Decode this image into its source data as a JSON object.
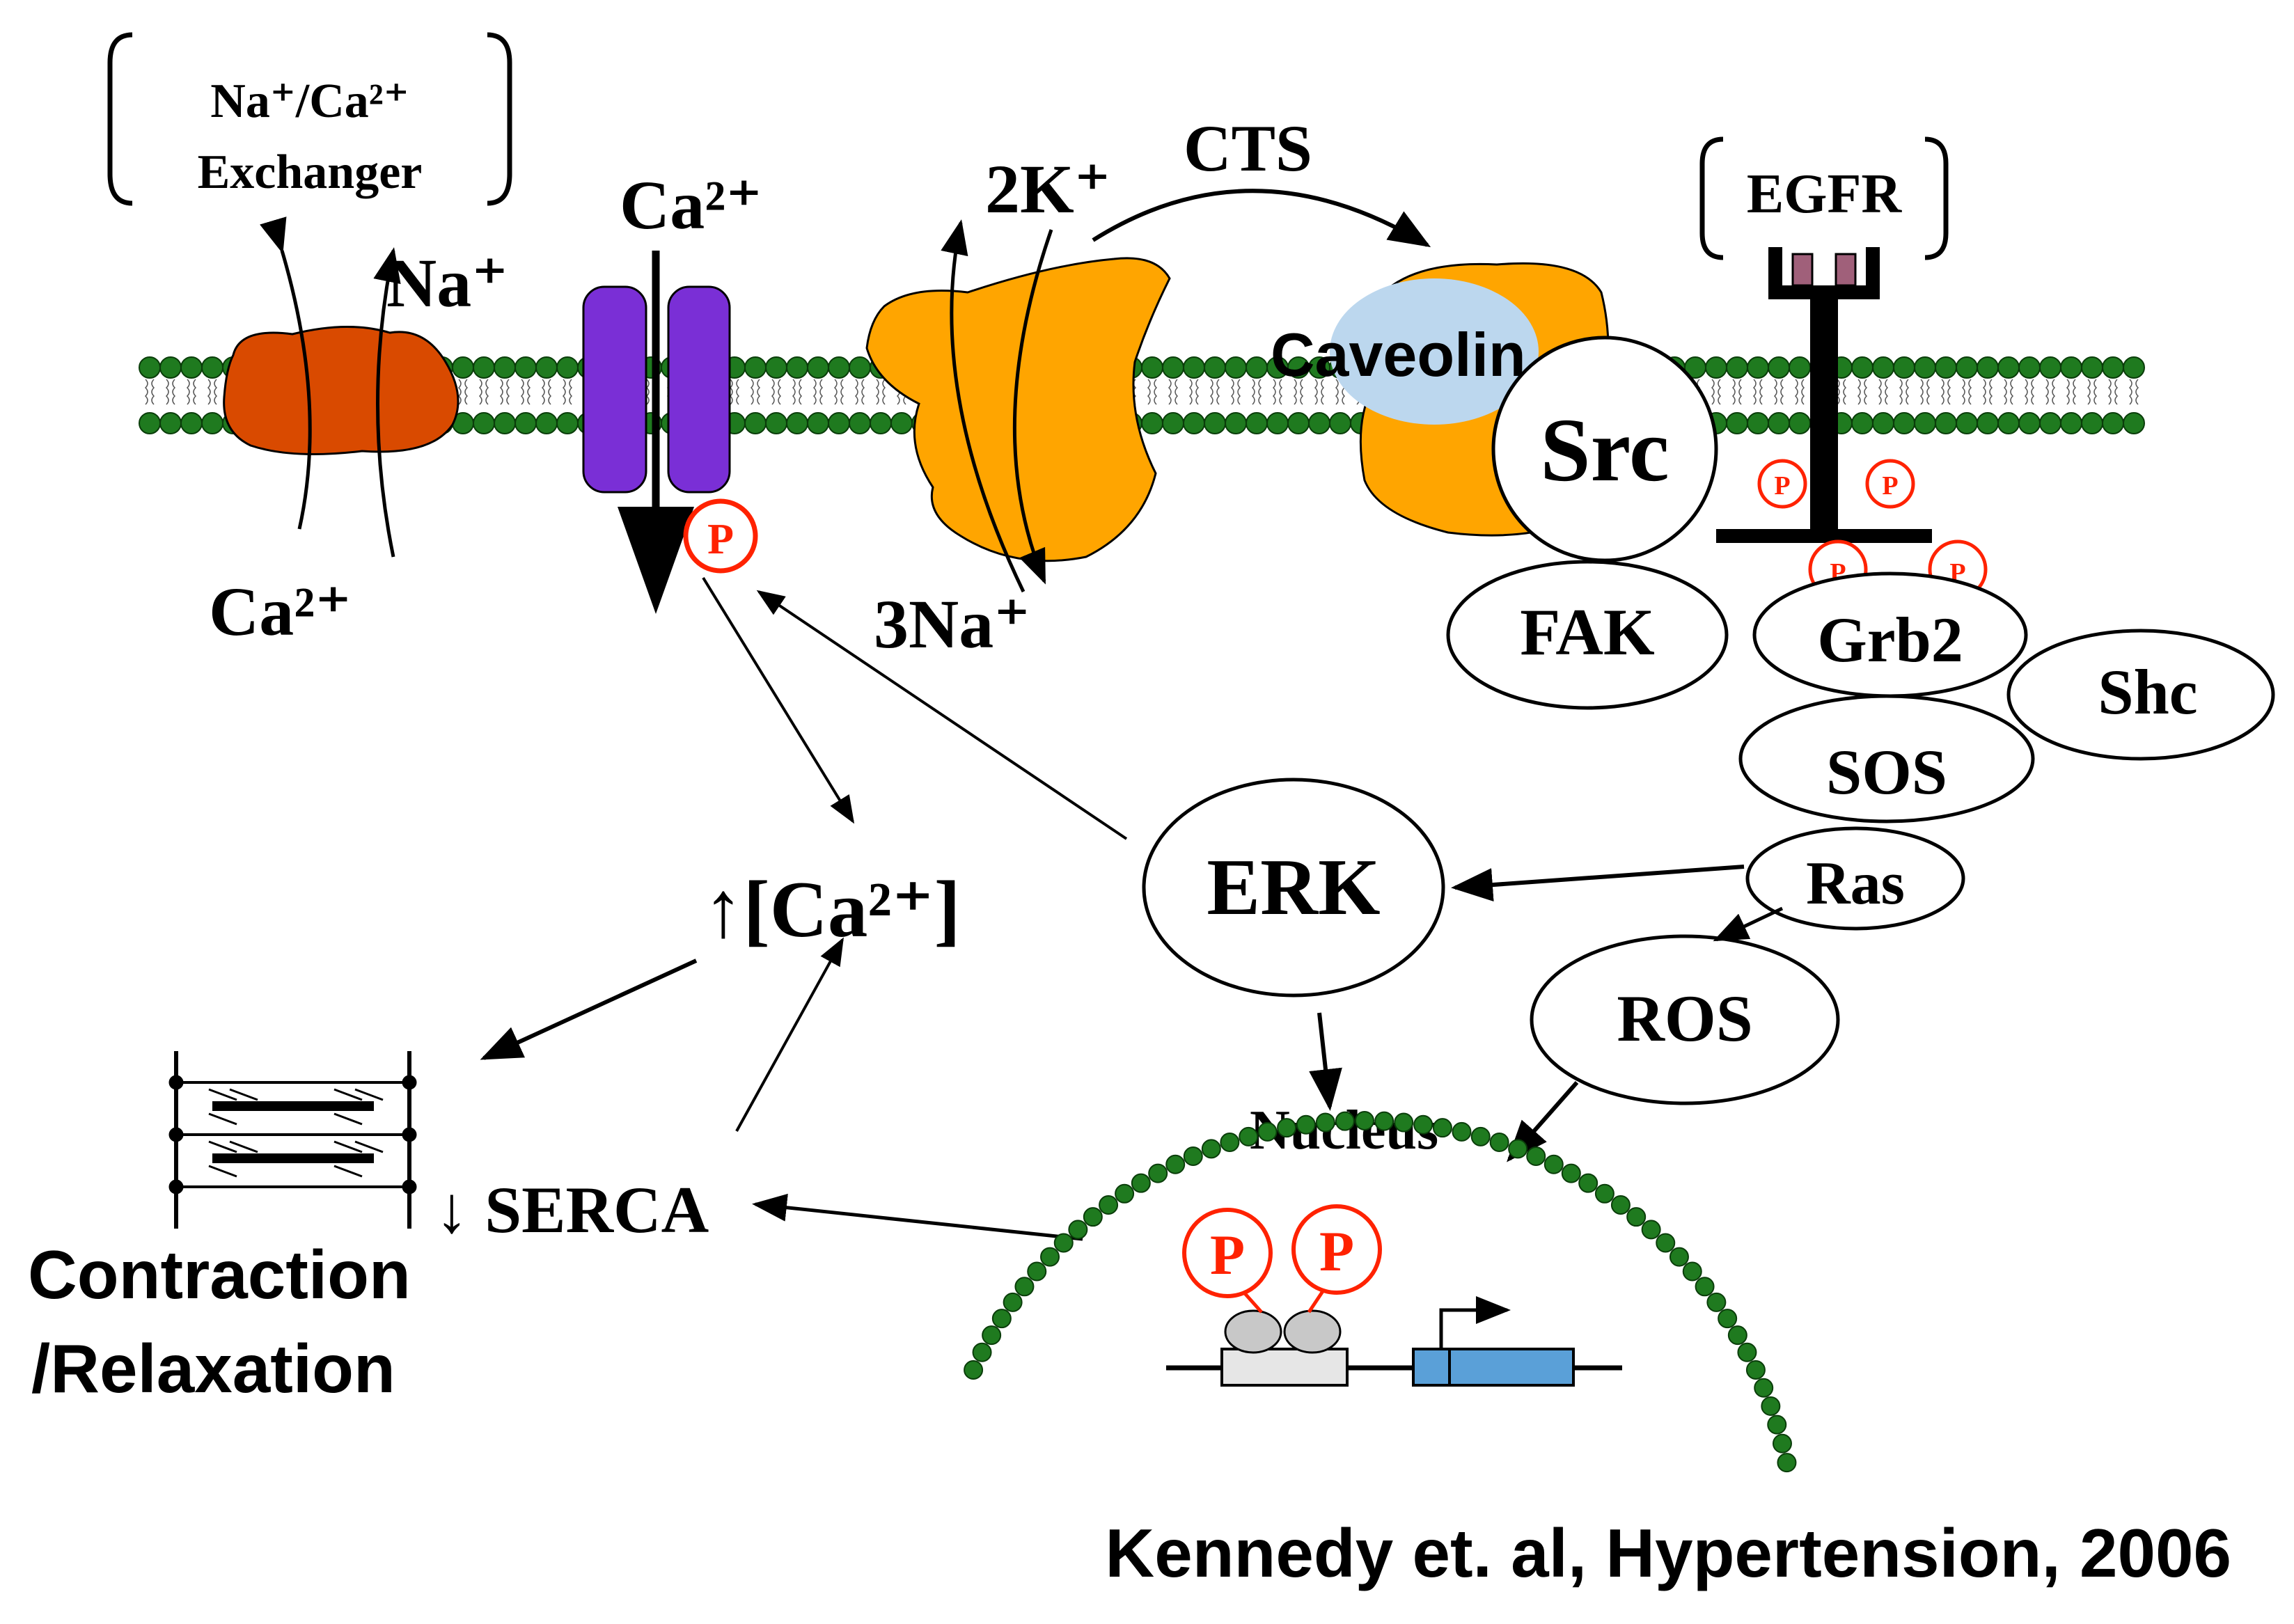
{
  "labels": {
    "exchanger_line1": "Na⁺/Ca²⁺",
    "exchanger_line2": "Exchanger",
    "na_plus": "Na⁺",
    "ca_exchanger": "Ca²⁺",
    "ca_channel_top": "Ca²⁺",
    "two_k": "2K⁺",
    "three_na": "3Na⁺",
    "cts": "CTS",
    "caveolin": "Caveolin",
    "egfr": "EGFR",
    "src": "Src",
    "fak": "FAK",
    "grb2": "Grb2",
    "shc": "Shc",
    "sos": "SOS",
    "ras": "Ras",
    "erk": "ERK",
    "ros": "ROS",
    "nucleus": "Nucleus",
    "ca_rise": "↑[Ca²⁺]",
    "serca": "↓ SERCA",
    "contraction_line1": "Contraction",
    "contraction_line2": "/Relaxation",
    "phospho": "P",
    "citation": "Kennedy et. al, Hypertension, 2006"
  },
  "colors": {
    "lipid_head": "#1f7a1f",
    "exchanger": "#d94a00",
    "ca_channel": "#7a2fd6",
    "pump": "#ffa500",
    "caveolin": "#bcd7ee",
    "phospho": "#ff2200",
    "egfr_bar": "#a0607a",
    "dna_box_left": "#e6e6e6",
    "dna_box_right": "#5aa0d8"
  }
}
